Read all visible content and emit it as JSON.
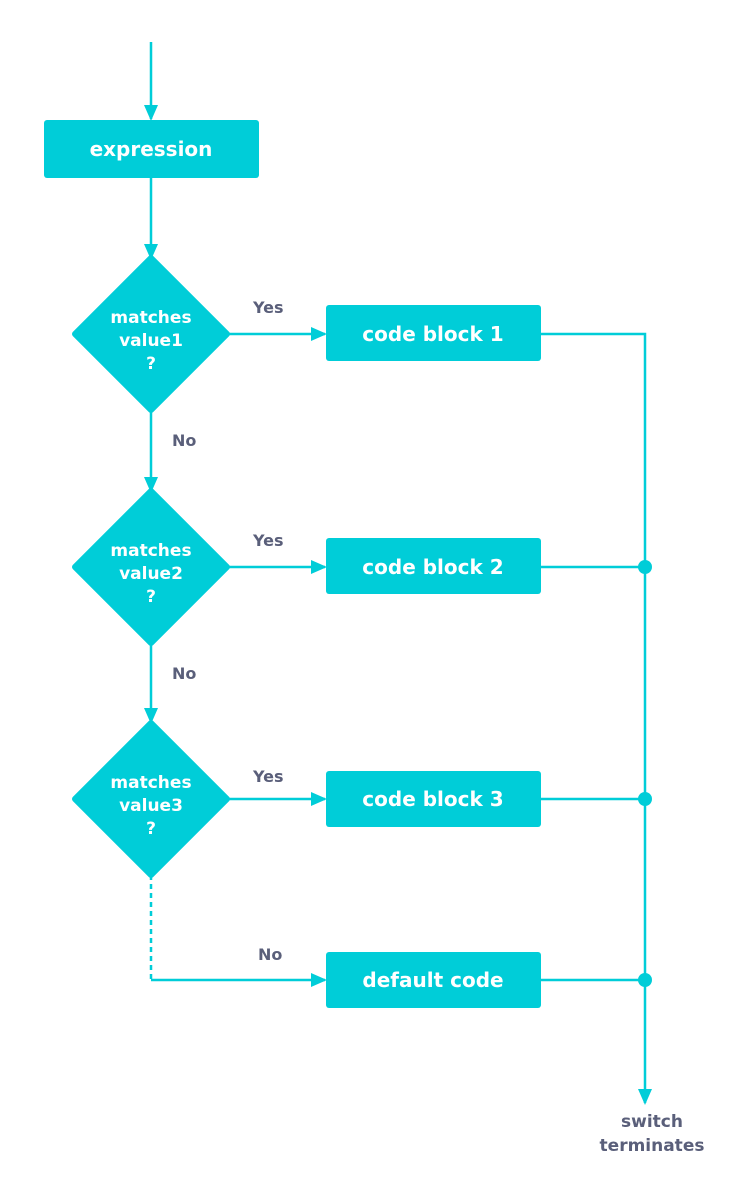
{
  "colors": {
    "node": "#00cdd8",
    "line": "#00cdd8",
    "label": "#5a5f7a",
    "node_text": "#ffffff"
  },
  "nodes": {
    "expression": {
      "label": "expression"
    },
    "cond1": {
      "line1": "matches",
      "line2": "value1",
      "line3": "?"
    },
    "cond2": {
      "line1": "matches",
      "line2": "value2",
      "line3": "?"
    },
    "cond3": {
      "line1": "matches",
      "line2": "value3",
      "line3": "?"
    },
    "block1": {
      "label": "code block 1"
    },
    "block2": {
      "label": "code block 2"
    },
    "block3": {
      "label": "code block 3"
    },
    "default": {
      "label": "default code"
    }
  },
  "edges": {
    "yes1": "Yes",
    "yes2": "Yes",
    "yes3": "Yes",
    "no1": "No",
    "no2": "No",
    "no3": "No"
  },
  "terminal": {
    "line1": "switch",
    "line2": "terminates"
  }
}
